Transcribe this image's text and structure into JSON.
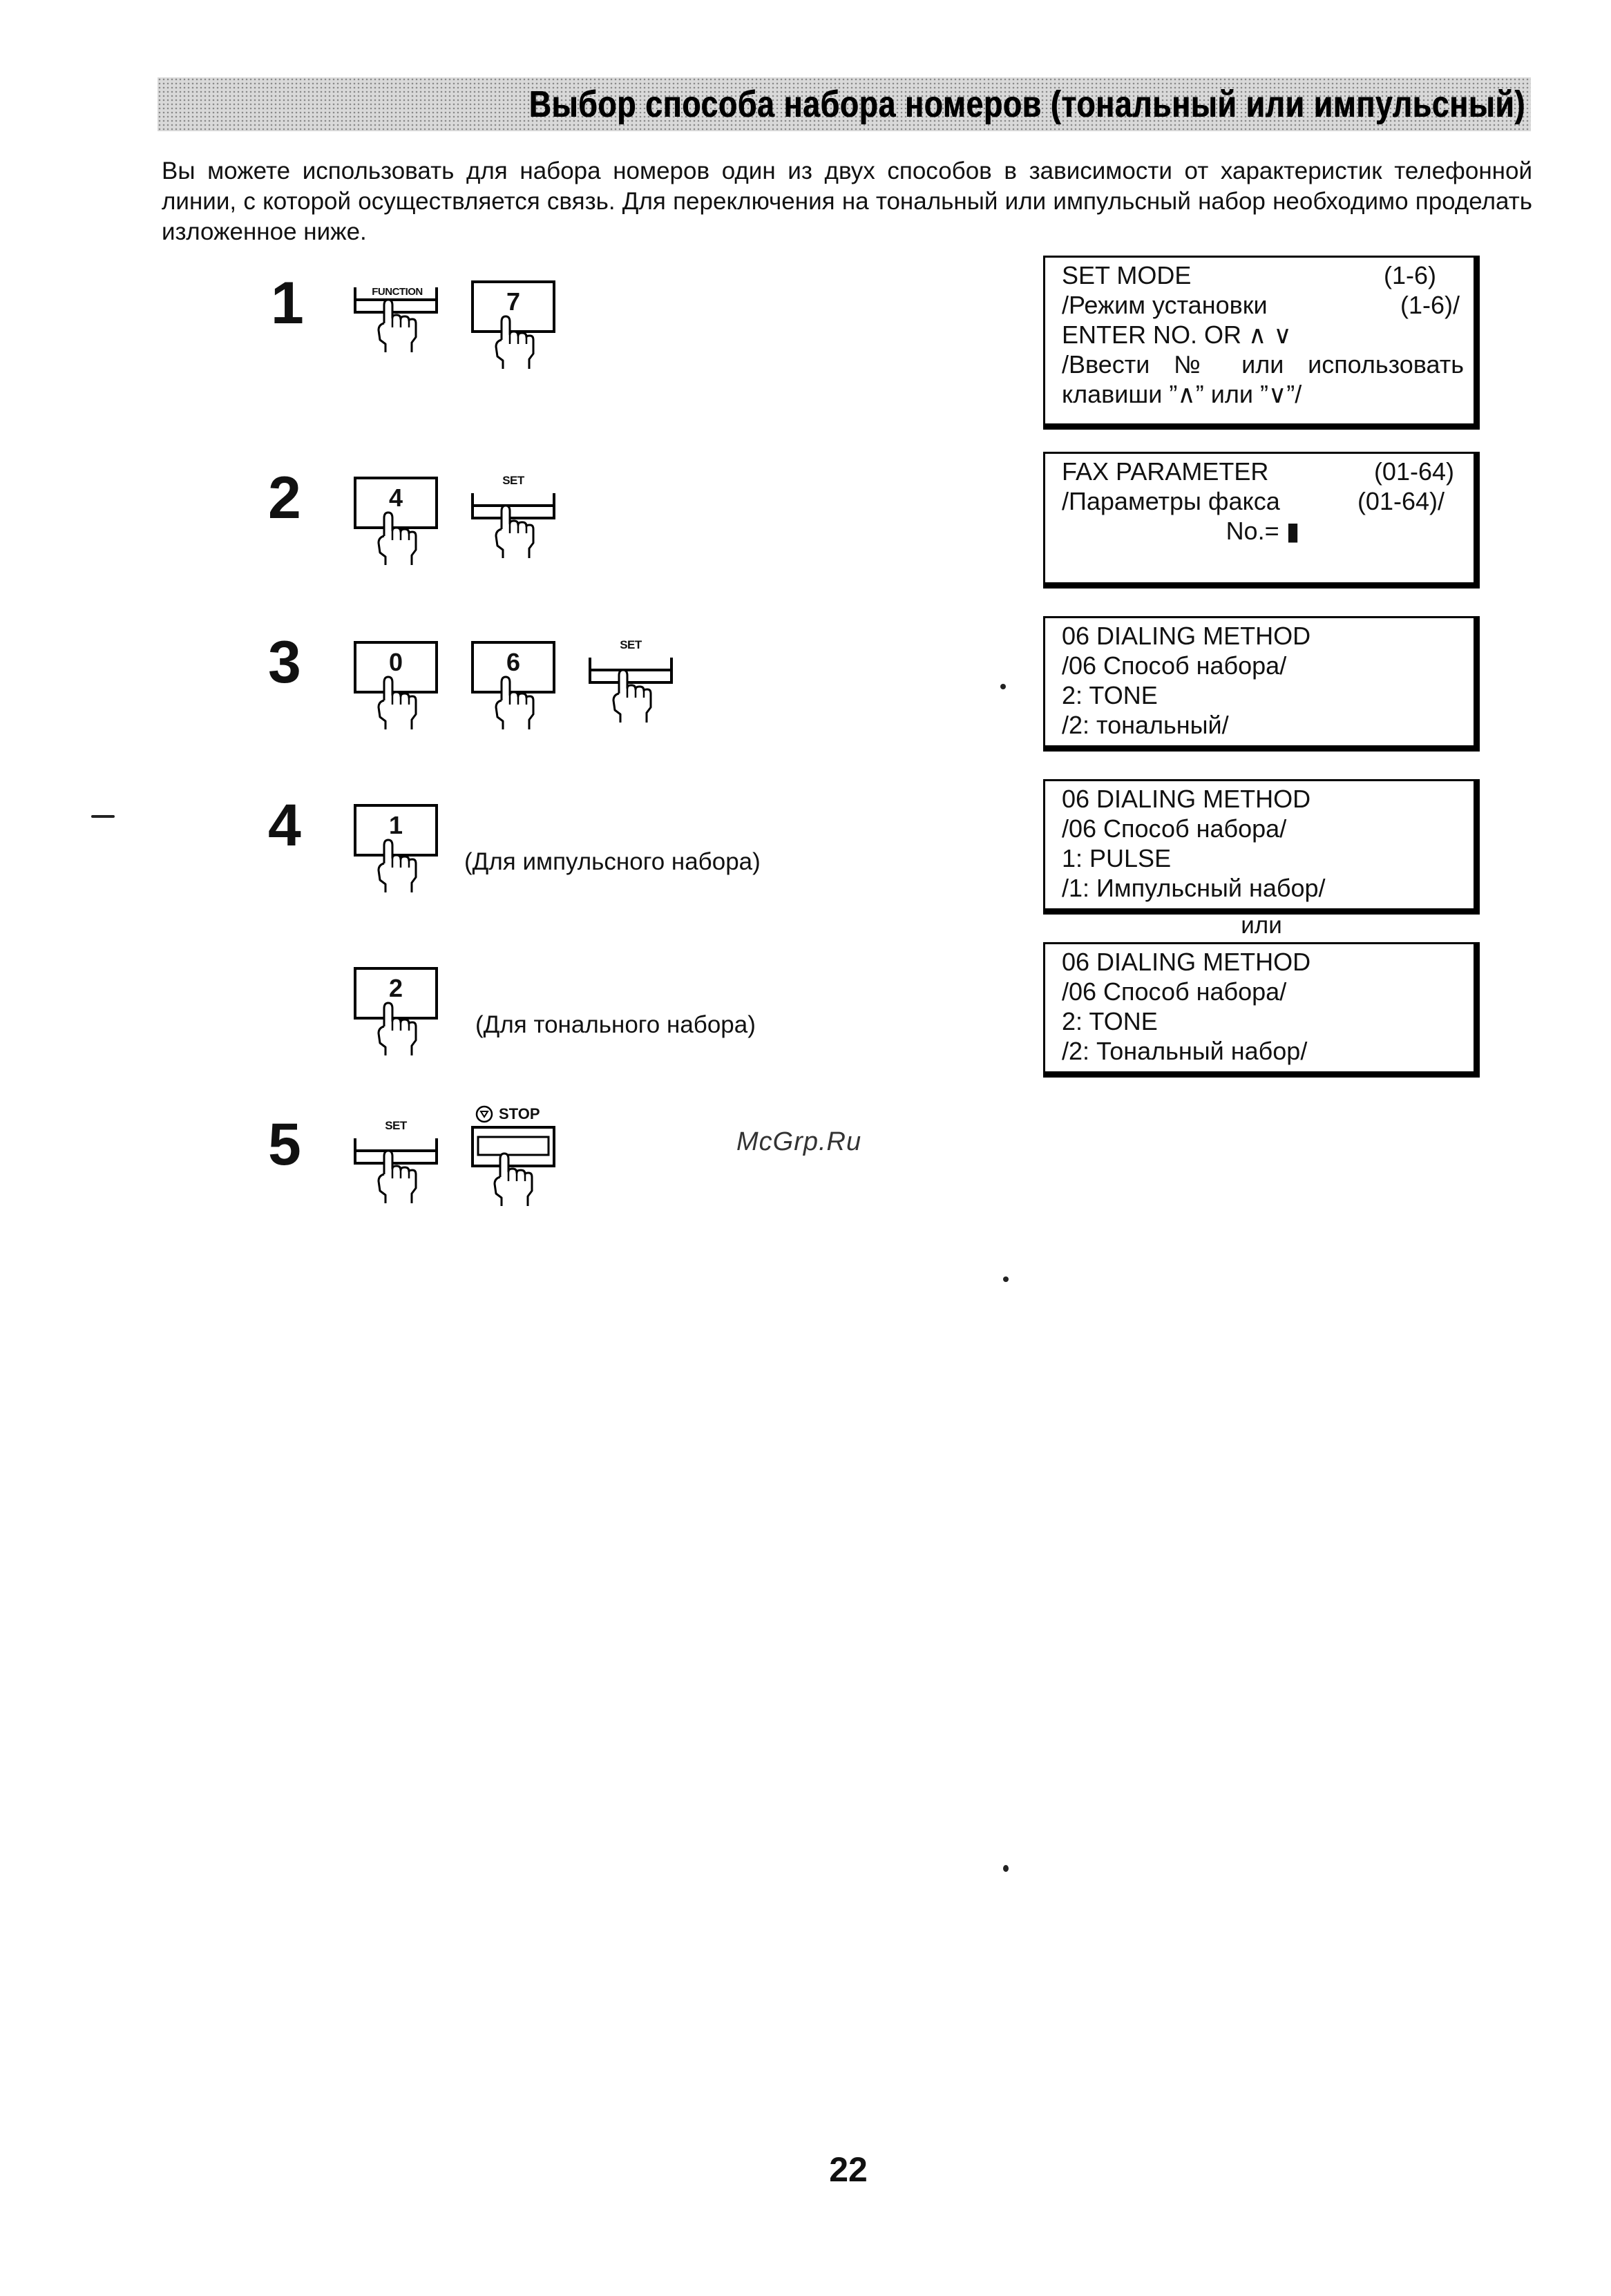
{
  "heading": "Выбор способа набора номеров (тональный или импульсный)",
  "intro": "Вы можете использовать для набора номеров один из двух способов в зависимости от характеристик телефонной линии, с которой осуществляется связь.  Для переключения на тональный или импульсный набор необходимо проделать изложенное ниже.",
  "steps": [
    {
      "number": "1",
      "keys": {
        "function": "FUNCTION",
        "seven": "7"
      }
    },
    {
      "number": "2",
      "keys": {
        "four": "4",
        "set": "SET"
      }
    },
    {
      "number": "3",
      "keys": {
        "zero": "0",
        "six": "6",
        "set": "SET"
      }
    },
    {
      "number": "4",
      "keys": {
        "one": "1",
        "two": "2"
      },
      "notes": {
        "pulse": "(Для импульсного набора)",
        "tone": "(Для тонального набора)"
      }
    },
    {
      "number": "5",
      "keys": {
        "set": "SET",
        "stop": "STOP"
      }
    }
  ],
  "displays": {
    "set_mode": {
      "line1": "SET MODE",
      "line1_range": "(1-6)",
      "line2": "/Режим установки",
      "line2_range": "(1-6)/",
      "line3": "ENTER NO. OR ∧ ∨",
      "line4": "/Ввести № или использовать",
      "line5": "клавиши ”∧” или ”∨”/"
    },
    "fax_parameter": {
      "line1": "FAX PARAMETER",
      "line1_range": "(01-64)",
      "line2": "/Параметры факса",
      "line2_range": "(01-64)/",
      "line3": "No.= ▮"
    },
    "dialing_default": {
      "line1": "06 DIALING METHOD",
      "line2": "/06 Способ набора/",
      "line3": "2: TONE",
      "line4": "/2: тональный/"
    },
    "dialing_pulse": {
      "line1": "06 DIALING METHOD",
      "line2": "/06 Способ набора/",
      "line3": "1: PULSE",
      "line4": "/1: Импульсный набор/"
    },
    "or_label": "или",
    "dialing_tone": {
      "line1": "06 DIALING METHOD",
      "line2": "/06 Способ набора/",
      "line3": "2: TONE",
      "line4": "/2: Тональный набор/"
    }
  },
  "watermark": "McGrp.Ru",
  "page_number": "22"
}
